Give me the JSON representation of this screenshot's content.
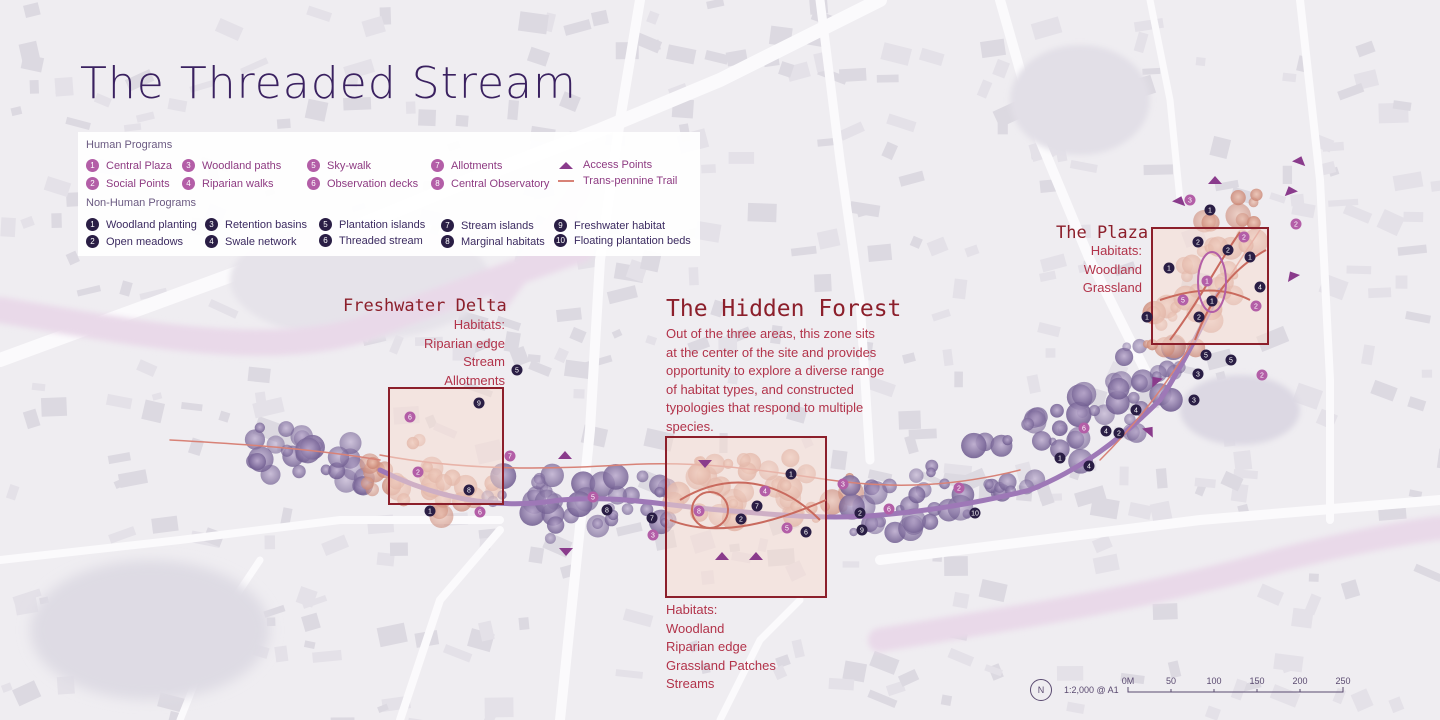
{
  "title": "The Threaded Stream",
  "legend": {
    "human_header": "Human Programs",
    "human_items": [
      {
        "num": "1",
        "label": "Central Plaza"
      },
      {
        "num": "2",
        "label": "Social Points"
      },
      {
        "num": "3",
        "label": "Woodland paths"
      },
      {
        "num": "4",
        "label": "Riparian walks"
      },
      {
        "num": "5",
        "label": "Sky-walk"
      },
      {
        "num": "6",
        "label": "Observation decks"
      },
      {
        "num": "7",
        "label": "Allotments"
      },
      {
        "num": "8",
        "label": "Central Observatory"
      }
    ],
    "access_label": "Access Points",
    "trail_label": "Trans-pennine Trail",
    "nonhuman_header": "Non-Human Programs",
    "nonhuman_items": [
      {
        "num": "1",
        "label": "Woodland planting"
      },
      {
        "num": "2",
        "label": "Open meadows"
      },
      {
        "num": "3",
        "label": "Retention basins"
      },
      {
        "num": "4",
        "label": "Swale network"
      },
      {
        "num": "5",
        "label": "Plantation islands"
      },
      {
        "num": "6",
        "label": "Threaded stream"
      },
      {
        "num": "7",
        "label": "Stream islands"
      },
      {
        "num": "8",
        "label": "Marginal habitats"
      },
      {
        "num": "9",
        "label": "Freshwater habitat"
      },
      {
        "num": "10",
        "label": "Floating plantation beds"
      }
    ]
  },
  "zones": {
    "delta": {
      "title": "Freshwater Delta",
      "lines": [
        "Habitats:",
        "Riparian edge",
        "Stream",
        "Allotments"
      ]
    },
    "forest": {
      "title": "The Hidden Forest",
      "desc_lines": [
        "Out of the three areas, this zone sits",
        "at the center of the site and provides",
        "opportunity to explore a diverse range",
        "of habitat types, and constructed",
        "typologies that respond to multiple",
        "species."
      ],
      "habitat_lines": [
        "Habitats:",
        "Woodland",
        "Riparian edge",
        "Grassland Patches",
        "Streams"
      ]
    },
    "plaza": {
      "title": "The Plaza",
      "lines": [
        "Habitats:",
        "Woodland",
        "Grassland"
      ]
    }
  },
  "scale": {
    "north": "N",
    "ratio": "1:2,000 @ A1",
    "ticks": [
      "0M",
      "50",
      "100",
      "150",
      "200",
      "250"
    ]
  },
  "colors": {
    "human": "#b35ea7",
    "nonhuman": "#2a1e45",
    "frame": "#8c1f2b",
    "trail": "#d88277",
    "title": "#3a2160"
  },
  "markers": [
    {
      "t": "h",
      "n": "6"
    },
    {
      "t": "n",
      "n": "9"
    },
    {
      "t": "n",
      "n": "5"
    },
    {
      "t": "h",
      "n": "7"
    },
    {
      "t": "h",
      "n": "6"
    },
    {
      "t": "n",
      "n": "1"
    },
    {
      "t": "h",
      "n": "2"
    },
    {
      "t": "n",
      "n": "8"
    },
    {
      "t": "h",
      "n": "5"
    },
    {
      "t": "n",
      "n": "8"
    },
    {
      "t": "n",
      "n": "7"
    },
    {
      "t": "h",
      "n": "3"
    },
    {
      "t": "n",
      "n": "1"
    },
    {
      "t": "h",
      "n": "4"
    },
    {
      "t": "n",
      "n": "2"
    },
    {
      "t": "n",
      "n": "7"
    },
    {
      "t": "n",
      "n": "2"
    },
    {
      "t": "h",
      "n": "8"
    },
    {
      "t": "n",
      "n": "6"
    },
    {
      "t": "h",
      "n": "5"
    },
    {
      "t": "n",
      "n": "9"
    },
    {
      "t": "h",
      "n": "6"
    },
    {
      "t": "h",
      "n": "3"
    },
    {
      "t": "h",
      "n": "2"
    },
    {
      "t": "n",
      "n": "10"
    },
    {
      "t": "n",
      "n": "4"
    },
    {
      "t": "n",
      "n": "1"
    },
    {
      "t": "h",
      "n": "6"
    },
    {
      "t": "n",
      "n": "4"
    },
    {
      "t": "n",
      "n": "2"
    },
    {
      "t": "n",
      "n": "4"
    },
    {
      "t": "n",
      "n": "5"
    },
    {
      "t": "n",
      "n": "3"
    },
    {
      "t": "n",
      "n": "5"
    },
    {
      "t": "h",
      "n": "2"
    },
    {
      "t": "n",
      "n": "3"
    },
    {
      "t": "n",
      "n": "1"
    },
    {
      "t": "h",
      "n": "3"
    },
    {
      "t": "n",
      "n": "1"
    },
    {
      "t": "n",
      "n": "2"
    },
    {
      "t": "h",
      "n": "2"
    },
    {
      "t": "n",
      "n": "1"
    },
    {
      "t": "n",
      "n": "2"
    },
    {
      "t": "h",
      "n": "1"
    },
    {
      "t": "n",
      "n": "4"
    },
    {
      "t": "h",
      "n": "5"
    },
    {
      "t": "n",
      "n": "2"
    },
    {
      "t": "h",
      "n": "2"
    },
    {
      "t": "n",
      "n": "1"
    },
    {
      "t": "h",
      "n": "2"
    },
    {
      "t": "n",
      "n": "1"
    }
  ]
}
